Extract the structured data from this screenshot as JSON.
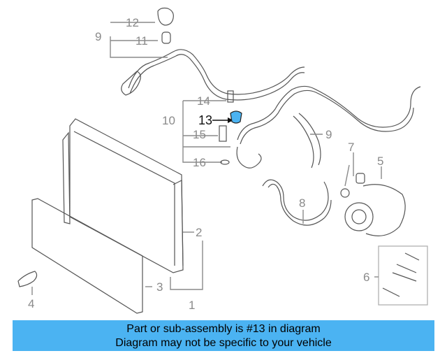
{
  "callouts": {
    "c1": "1",
    "c2": "2",
    "c3": "3",
    "c4": "4",
    "c5": "5",
    "c6": "6",
    "c7": "7",
    "c8": "8",
    "c9a": "9",
    "c9b": "9",
    "c10": "10",
    "c11": "11",
    "c12": "12",
    "c13": "13",
    "c14": "14",
    "c15": "15",
    "c16": "16"
  },
  "banner": {
    "line1": "Part or sub-assembly is #13 in diagram",
    "line2": "Diagram may not be specific to your vehicle"
  },
  "colors": {
    "highlight": "#4bb3f2",
    "banner_bg": "#4bb3f2"
  }
}
